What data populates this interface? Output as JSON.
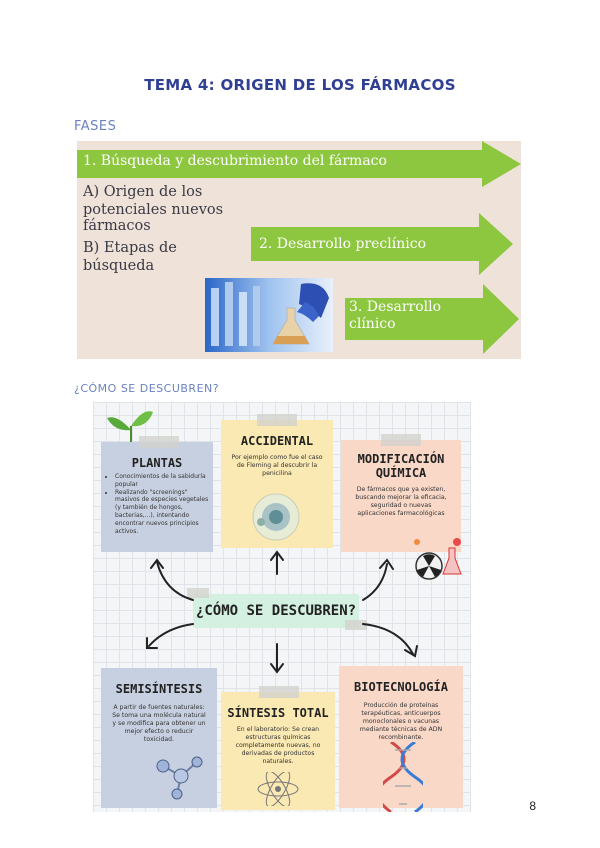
{
  "title": "TEMA 4: ORIGEN DE LOS FÁRMACOS",
  "fases_label": "FASES",
  "phases": {
    "step1": "1. Búsqueda y descubrimiento del fármaco",
    "a_line1": "A) Origen de los",
    "a_line2": "potenciales nuevos",
    "a_line3": "fármacos",
    "b_line1": "B) Etapas de",
    "b_line2": "búsqueda",
    "step2": "2. Desarrollo preclínico",
    "step3_line1": "3. Desarrollo",
    "step3_line2": "clínico",
    "colors": {
      "arrow": "#8dc63f",
      "background": "#eee2d9"
    }
  },
  "como_label": "¿CÓMO SE DESCUBREN?",
  "infographic": {
    "center": "¿CÓMO SE DESCUBREN?",
    "plantas": {
      "title": "PLANTAS",
      "items": [
        "Conocimientos de la sabiduría popular",
        "Realizando \"screenings\" masivos de especies vegetales (y también de hongos, bacterias,...), intentando encontrar nuevos principios activos."
      ]
    },
    "accidental": {
      "title": "ACCIDENTAL",
      "text": "Por ejemplo como fue el caso de Fleming al descubrir la penicilina"
    },
    "modificacion": {
      "title_line1": "MODIFICACIÓN",
      "title_line2": "QUÍMICA",
      "text": "De fármacos que ya existen, buscando mejorar la eficacia, seguridad o nuevas aplicaciones farmacológicas"
    },
    "semisintesis": {
      "title": "SEMISÍNTESIS",
      "text": "A partir de fuentes naturales: Se toma una molécula natural y se modifica para obtener un mejor efecto o reducir toxicidad."
    },
    "sintesis": {
      "title": "SÍNTESIS TOTAL",
      "text": "En el laboratorio: Se crean estructuras químicas completamente nuevas, no derivadas de productos naturales."
    },
    "biotecnologia": {
      "title": "BIOTECNOLOGÍA",
      "text": "Producción de proteínas terapéuticas, anticuerpos monoclonales o vacunas mediante técnicas de ADN recombinante."
    }
  },
  "page_number": "8"
}
